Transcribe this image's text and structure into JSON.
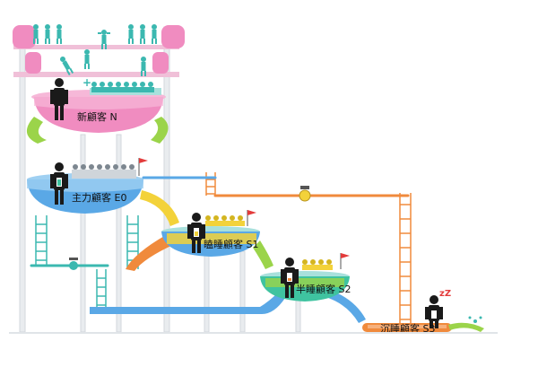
{
  "stages": [
    {
      "id": "N",
      "label": "新顧客 N"
    },
    {
      "id": "E0",
      "label": "主力顧客 E0"
    },
    {
      "id": "S1",
      "label": "瞌睡顧客 S1"
    },
    {
      "id": "S2",
      "label": "半睡顧客 S2"
    },
    {
      "id": "S3",
      "label": "沉睡顧客 S3"
    }
  ],
  "sleep_mark": "zZ",
  "colors": {
    "pink": "#f08cc0",
    "blue": "#5aa8e6",
    "yellow": "#f3d23a",
    "green": "#3fc3a0",
    "orange": "#f08a3c",
    "teal": "#3bb8b0",
    "figure": "#1a1a1a"
  }
}
